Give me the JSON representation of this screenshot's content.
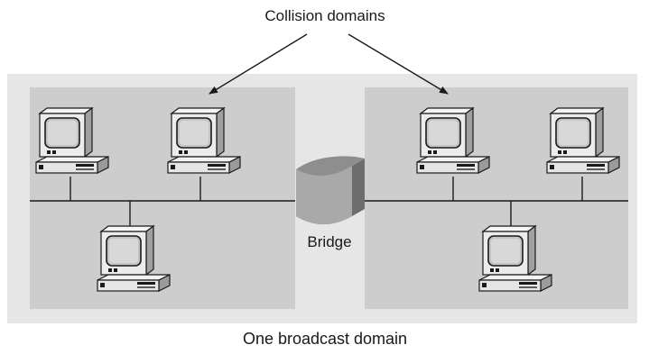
{
  "labels": {
    "collision_domains": "Collision domains",
    "bridge": "Bridge",
    "broadcast_domain": "One broadcast domain"
  },
  "icons": {
    "computer": "desktop-computer-icon",
    "bridge": "bridge-device-icon"
  },
  "colors": {
    "outer_region": "#e6e6e6",
    "collision_region": "#cdcdcd",
    "line": "#1a1a1a",
    "bridge_front": "#a9a9a9",
    "bridge_top": "#8e8e8e",
    "bridge_side": "#6d6d6d",
    "monitor_body": "#ececec",
    "screen": "#bdbdbd"
  }
}
